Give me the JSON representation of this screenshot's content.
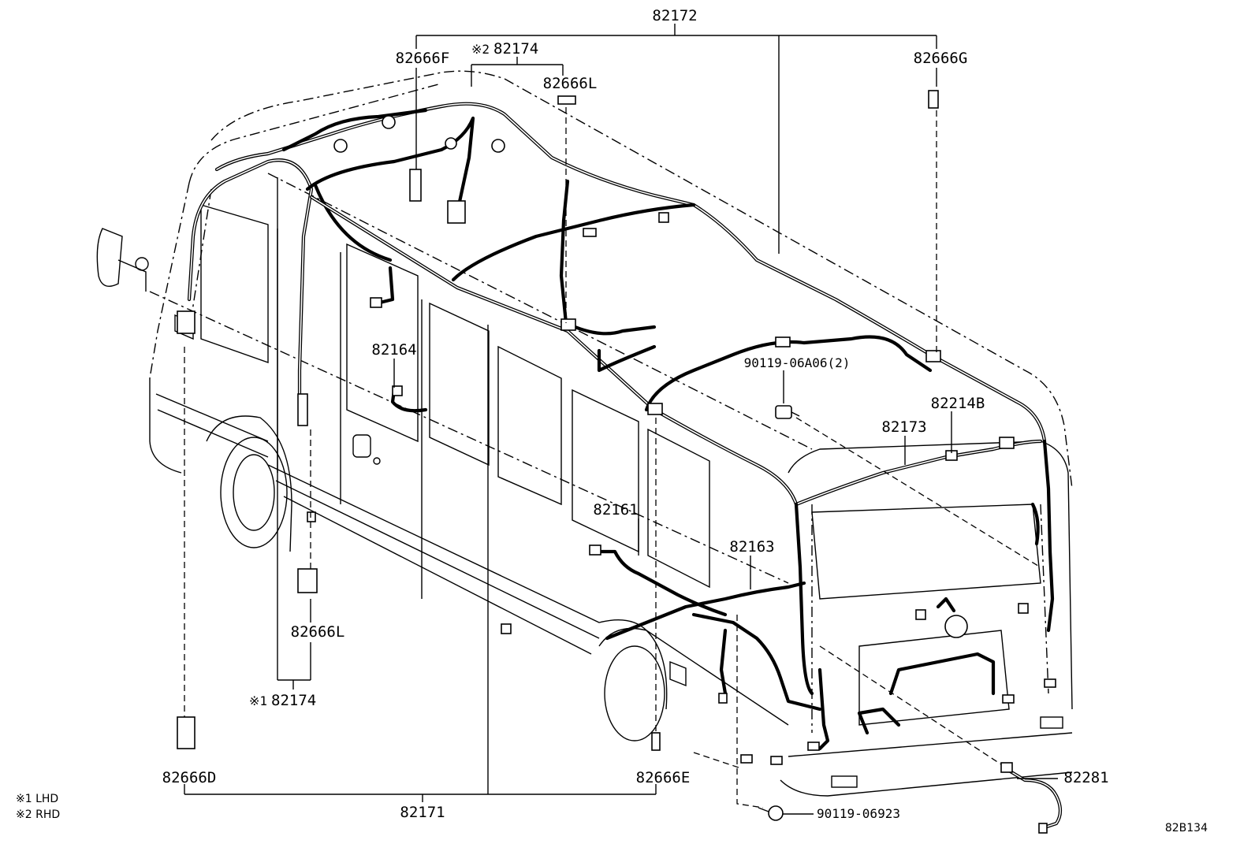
{
  "labels": {
    "p82172": "82172",
    "p82174_top": "82174",
    "p82174_top_mark": "※2",
    "p82666F": "82666F",
    "p82666L_top": "82666L",
    "p82666G": "82666G",
    "p82164": "82164",
    "p9011906A06": "90119-06A06(2)",
    "p82214B": "82214B",
    "p82173": "82173",
    "p82161": "82161",
    "p82163": "82163",
    "p82666L_bottom": "82666L",
    "p82174_bottom": "82174",
    "p82174_bottom_mark": "※1",
    "p82666D": "82666D",
    "p82666E": "82666E",
    "p82171": "82171",
    "p82281": "82281",
    "p9011906923": "90119-06923",
    "ref": "82B134"
  },
  "notes": {
    "n1": "※1 LHD",
    "n2": "※2 RHD"
  },
  "icons": [
    "van-outline",
    "wire-harness",
    "connector",
    "clamp",
    "bolt",
    "sensor-lead"
  ]
}
